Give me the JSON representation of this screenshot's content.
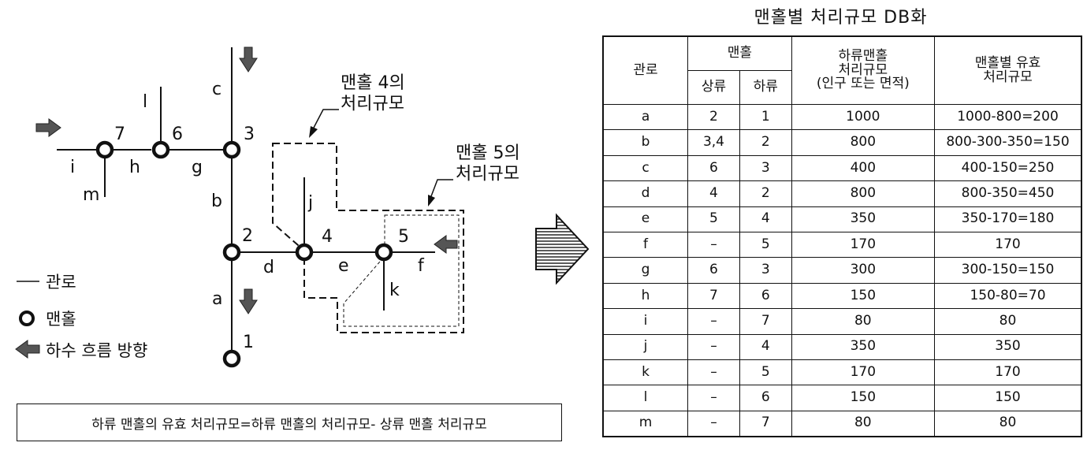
{
  "diagram": {
    "pipe_labels": {
      "a": "a",
      "b": "b",
      "c": "c",
      "d": "d",
      "e": "e",
      "f": "f",
      "g": "g",
      "h": "h",
      "i": "i",
      "j": "j",
      "k": "k",
      "l": "l",
      "m": "m"
    },
    "manhole_labels": {
      "n1": "1",
      "n2": "2",
      "n3": "3",
      "n4": "4",
      "n5": "5",
      "n6": "6",
      "n7": "7"
    },
    "callout4": "맨홀 4의\n처리규모",
    "callout5": "맨홀 5의\n처리규모",
    "legend": {
      "pipe": "관로",
      "manhole": "맨홀",
      "flow": "하수 흐름 방향"
    }
  },
  "formula": "하류 맨홀의 유효 처리규모=하류 맨홀의 처리규모- 상류 맨홀 처리규모",
  "table": {
    "title": "맨홀별 처리규모 DB화",
    "headers": {
      "pipe": "관로",
      "manhole": "맨홀",
      "upstream": "상류",
      "downstream": "하류",
      "downstream_scale": "하류맨홀\n처리규모\n(인구 또는 면적)",
      "effective_scale": "맨홀별 유효\n처리규모"
    },
    "rows": [
      {
        "pipe": "a",
        "up": "2",
        "down": "1",
        "scale": "1000",
        "eff": "1000-800=200"
      },
      {
        "pipe": "b",
        "up": "3,4",
        "down": "2",
        "scale": "800",
        "eff": "800-300-350=150"
      },
      {
        "pipe": "c",
        "up": "6",
        "down": "3",
        "scale": "400",
        "eff": "400-150=250"
      },
      {
        "pipe": "d",
        "up": "4",
        "down": "2",
        "scale": "800",
        "eff": "800-350=450"
      },
      {
        "pipe": "e",
        "up": "5",
        "down": "4",
        "scale": "350",
        "eff": "350-170=180"
      },
      {
        "pipe": "f",
        "up": "–",
        "down": "5",
        "scale": "170",
        "eff": "170"
      },
      {
        "pipe": "g",
        "up": "6",
        "down": "3",
        "scale": "300",
        "eff": "300-150=150"
      },
      {
        "pipe": "h",
        "up": "7",
        "down": "6",
        "scale": "150",
        "eff": "150-80=70"
      },
      {
        "pipe": "i",
        "up": "–",
        "down": "7",
        "scale": "80",
        "eff": "80"
      },
      {
        "pipe": "j",
        "up": "–",
        "down": "4",
        "scale": "350",
        "eff": "350"
      },
      {
        "pipe": "k",
        "up": "–",
        "down": "5",
        "scale": "170",
        "eff": "170"
      },
      {
        "pipe": "l",
        "up": "–",
        "down": "6",
        "scale": "150",
        "eff": "150"
      },
      {
        "pipe": "m",
        "up": "–",
        "down": "7",
        "scale": "80",
        "eff": "80"
      }
    ]
  }
}
